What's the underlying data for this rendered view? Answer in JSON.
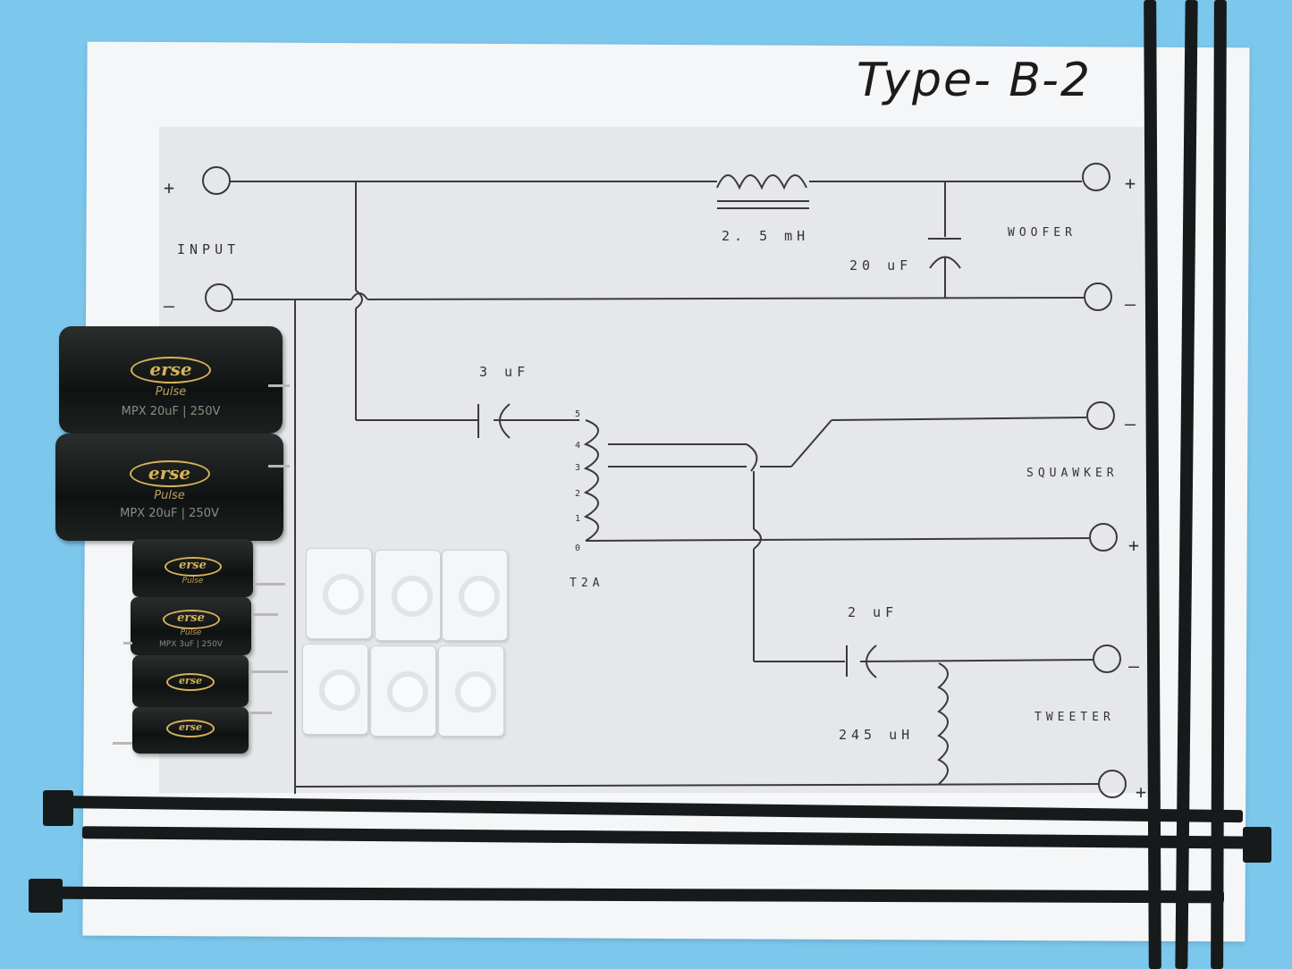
{
  "sheet": {
    "title": "Type- B-2"
  },
  "schematic": {
    "input_label": "INPUT",
    "plus": "+",
    "minus": "—",
    "inductor_main": "2. 5  mH",
    "cap_woofer": "20  uF",
    "woofer_label": "WOOFER",
    "cap_squawker": "3  uF",
    "squawker_label": "SQUAWKER",
    "autoformer_label": "T2A",
    "taps": [
      "5",
      "4",
      "3",
      "2",
      "1",
      "0"
    ],
    "cap_tweeter": "2  uF",
    "inductor_tweeter": "245  uH",
    "tweeter_label": "TWEETER"
  },
  "parts": {
    "capacitors": [
      {
        "brand": "erse",
        "series": "Pulse",
        "spec": "MPX 20uF | 250V"
      },
      {
        "brand": "erse",
        "series": "Pulse",
        "spec": "MPX 20uF | 250V"
      },
      {
        "brand": "erse",
        "series": "Pulse",
        "spec": ""
      },
      {
        "brand": "erse",
        "series": "Pulse",
        "spec": "MPX 3uF | 250V"
      },
      {
        "brand": "erse",
        "series": "",
        "spec": ""
      },
      {
        "brand": "erse",
        "series": "",
        "spec": ""
      }
    ]
  },
  "colors": {
    "background": "#7cc7ec",
    "paper": "#f5f6f8",
    "capacitor_body": "#121515",
    "logo_gold": "#d6b25a",
    "cable_tie": "#171a1b"
  }
}
